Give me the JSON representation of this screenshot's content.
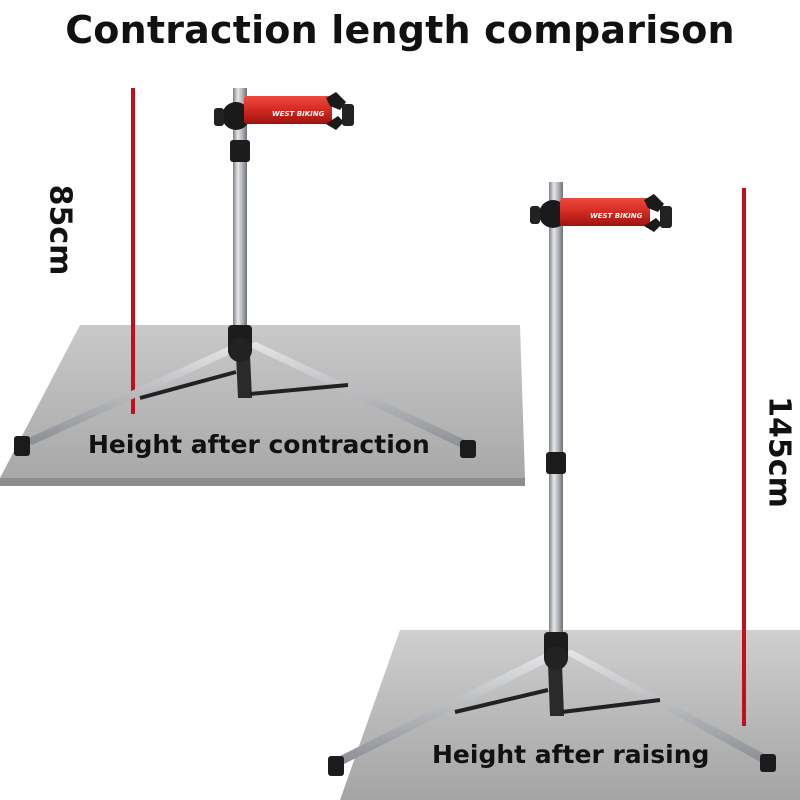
{
  "title": "Contraction length comparison",
  "left_stand": {
    "height_label": "85cm",
    "caption": "Height after contraction"
  },
  "right_stand": {
    "height_label": "145cm",
    "caption": "Height after raising"
  },
  "brand_logo_text": "WEST BIKING",
  "colors": {
    "measure_line": "#c0101e",
    "clamp_red": "#d42a22",
    "tube_silver": "#b9bcc1",
    "floor_gray": "#9a9a9a"
  }
}
